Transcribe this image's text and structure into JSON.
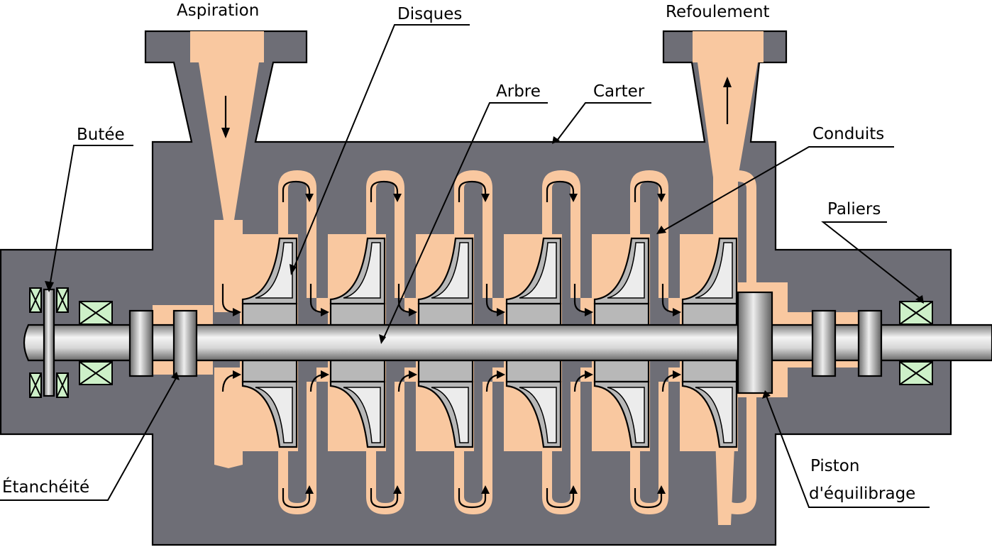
{
  "labels": {
    "aspiration": "Aspiration",
    "disques": "Disques",
    "refoulement": "Refoulement",
    "arbre": "Arbre",
    "carter": "Carter",
    "butee": "Butée",
    "conduits": "Conduits",
    "paliers": "Paliers",
    "etancheite": "Étanchéité",
    "piston_line1": "Piston",
    "piston_line2": "d'équilibrage"
  },
  "colors": {
    "casing": "#6e6e76",
    "fluid": "#f9c8a0",
    "shaft_light": "#f4f4f4",
    "shaft_dark": "#7a7a7a",
    "impeller": "#b8b8b8",
    "bearing": "#cdf0c8",
    "outline": "#000000",
    "background": "#ffffff"
  },
  "impeller_stages": 6
}
